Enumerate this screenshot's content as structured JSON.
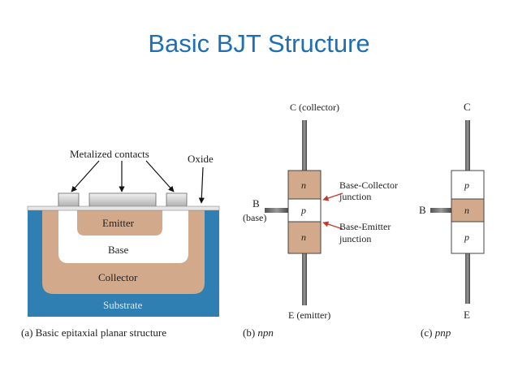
{
  "slide": {
    "title": "Basic BJT Structure"
  },
  "panel_a": {
    "metalized_contacts": "Metalized contacts",
    "oxide": "Oxide",
    "emitter": "Emitter",
    "base": "Base",
    "collector": "Collector",
    "substrate": "Substrate",
    "caption": "(a) Basic epitaxial planar structure"
  },
  "panel_b": {
    "collector_terminal": "C (collector)",
    "base_terminal": "B",
    "base_terminal_sub": "(base)",
    "emitter_terminal": "E (emitter)",
    "layer_top": "n",
    "layer_mid": "p",
    "layer_bot": "n",
    "junction_bc_line1": "Base-Collector",
    "junction_bc_line2": "junction",
    "junction_be_line1": "Base-Emitter",
    "junction_be_line2": "junction",
    "caption_prefix": "(b) ",
    "caption_type": "npn"
  },
  "panel_c": {
    "collector_terminal": "C",
    "base_terminal": "B",
    "emitter_terminal": "E",
    "layer_top": "p",
    "layer_mid": "n",
    "layer_bot": "p",
    "caption_prefix": "(c) ",
    "caption_type": "pnp"
  },
  "colors": {
    "title": "#1f6fb2",
    "substrate": "#2f7fb3",
    "doped": "#d2a98a",
    "base_white": "#ffffff",
    "metal": "#cfcfcf"
  }
}
